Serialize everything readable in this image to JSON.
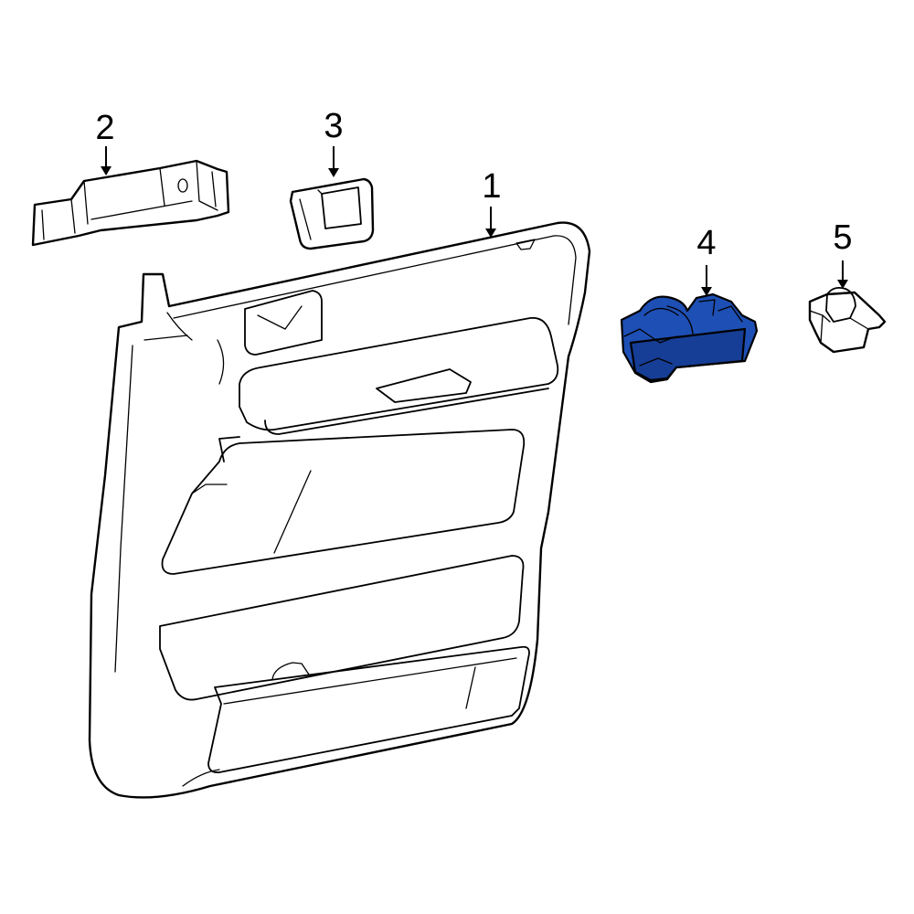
{
  "callouts": [
    {
      "id": "1",
      "label": "1"
    },
    {
      "id": "2",
      "label": "2"
    },
    {
      "id": "3",
      "label": "3"
    },
    {
      "id": "4",
      "label": "4"
    },
    {
      "id": "5",
      "label": "5"
    }
  ],
  "highlighted_part": "4",
  "colors": {
    "background": "#ffffff",
    "line": "#000000",
    "highlight": "#1e4fb4",
    "highlight_shade": "#163e96"
  }
}
